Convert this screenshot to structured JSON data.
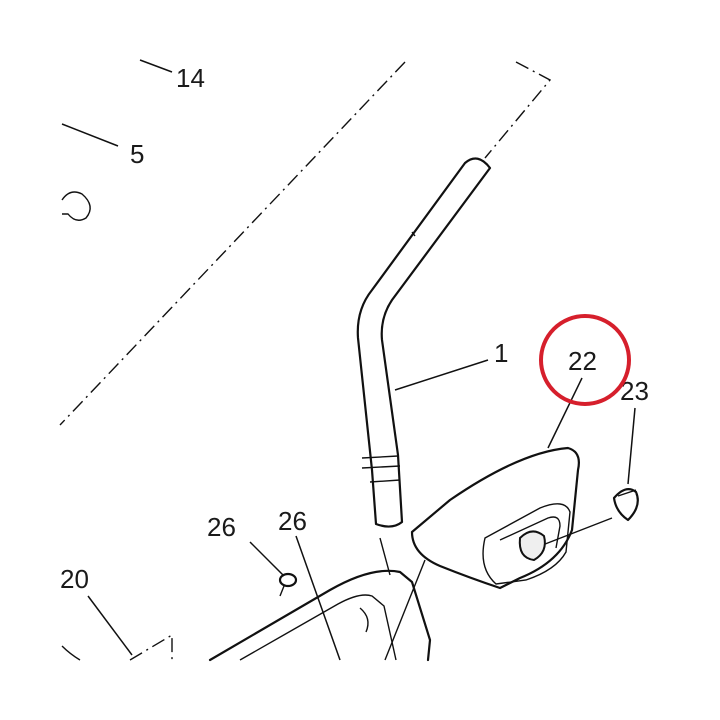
{
  "diagram": {
    "callouts": {
      "c14": "14",
      "c5": "5",
      "c1": "1",
      "c22": "22",
      "c23": "23",
      "c26a": "26",
      "c26b": "26",
      "c20": "20"
    },
    "highlight": {
      "target": "22",
      "color": "#d61f2c"
    }
  }
}
